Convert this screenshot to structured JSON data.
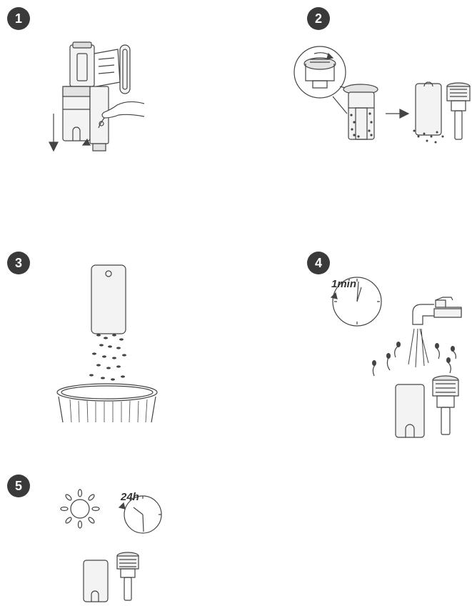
{
  "steps": [
    {
      "number": "1"
    },
    {
      "number": "2"
    },
    {
      "number": "3"
    },
    {
      "number": "4",
      "time_label": "1min"
    },
    {
      "number": "5",
      "time_label": "24h"
    }
  ],
  "icons": [
    "vacuum-dustbin-release",
    "cyclone-filter-twist",
    "empty-into-bin",
    "rinse-under-tap",
    "air-dry-in-sun"
  ],
  "colors": {
    "badge": "#3a3a3a",
    "line": "#444444",
    "fill": "#f3f3f3"
  }
}
